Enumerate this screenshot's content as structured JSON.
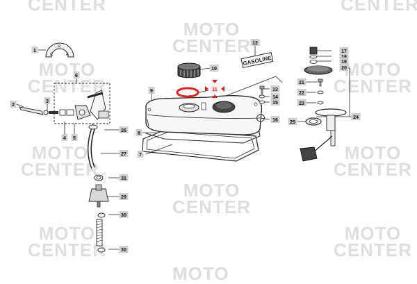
{
  "watermark": {
    "line1": "MOTO",
    "line2": "CENTER"
  },
  "sticker_text": "GASOLINE",
  "fuel_tap_labels": [
    "C",
    "R",
    "A"
  ],
  "highlighted_part": "11",
  "highlight_color": "#e02020",
  "callout_bg": "#cfcfcf",
  "parts": [
    {
      "id": "1"
    },
    {
      "id": "2"
    },
    {
      "id": "3"
    },
    {
      "id": "4"
    },
    {
      "id": "5"
    },
    {
      "id": "6"
    },
    {
      "id": "7"
    },
    {
      "id": "8"
    },
    {
      "id": "9"
    },
    {
      "id": "10"
    },
    {
      "id": "11"
    },
    {
      "id": "12"
    },
    {
      "id": "13"
    },
    {
      "id": "14"
    },
    {
      "id": "15"
    },
    {
      "id": "16"
    },
    {
      "id": "17"
    },
    {
      "id": "18"
    },
    {
      "id": "19"
    },
    {
      "id": "20"
    },
    {
      "id": "21"
    },
    {
      "id": "22"
    },
    {
      "id": "23"
    },
    {
      "id": "24"
    },
    {
      "id": "25"
    },
    {
      "id": "26"
    },
    {
      "id": "27"
    },
    {
      "id": "29"
    },
    {
      "id": "30"
    },
    {
      "id": "31"
    }
  ]
}
